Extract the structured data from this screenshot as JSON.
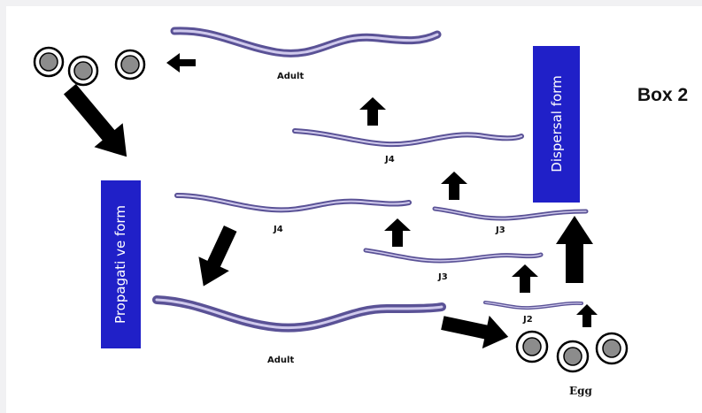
{
  "figure": {
    "box_title": "Box 2",
    "dispersal_label": "Dispersal form",
    "propagative_label": "Propagati ve form",
    "colors": {
      "form_box": "#2020c8",
      "worm_body": "#8a82c4",
      "worm_stroke": "#5a5296",
      "arrow": "#000000",
      "egg_inner": "#8c8c8c"
    },
    "stages": {
      "adult_top": "Adult",
      "j4_dispersal": "J4",
      "j4_propagative": "J4",
      "j3_dispersal": "J3",
      "j3_propagative": "J3",
      "j2": "J2",
      "adult_bottom": "Adult",
      "egg": "Egg"
    }
  }
}
